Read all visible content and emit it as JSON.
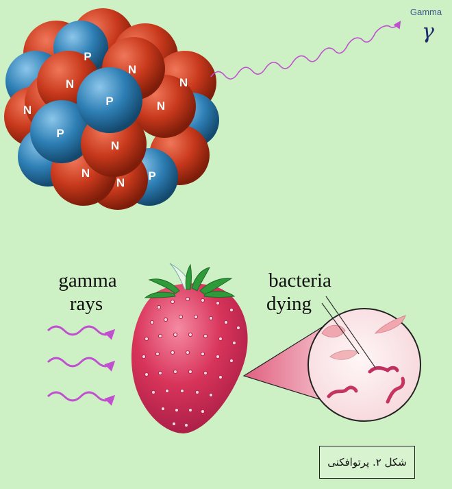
{
  "nucleus": {
    "gamma_label": "Gamma",
    "gamma_symbol": "γ",
    "proton_letter": "P",
    "neutron_letter": "N"
  },
  "irradiation": {
    "rays_label_line1": "gamma",
    "rays_label_line2": "rays",
    "bacteria_label_line1": "bacteria",
    "bacteria_label_line2": "dying"
  },
  "caption": "شکل ۲. پرتوافکنی",
  "colors": {
    "background": "#cdf0c4",
    "proton": "#2e7fb5",
    "neutron": "#c8391c",
    "ray": "#c050d0",
    "strawberry": "#d8345a",
    "leaf": "#2e9a3a"
  }
}
